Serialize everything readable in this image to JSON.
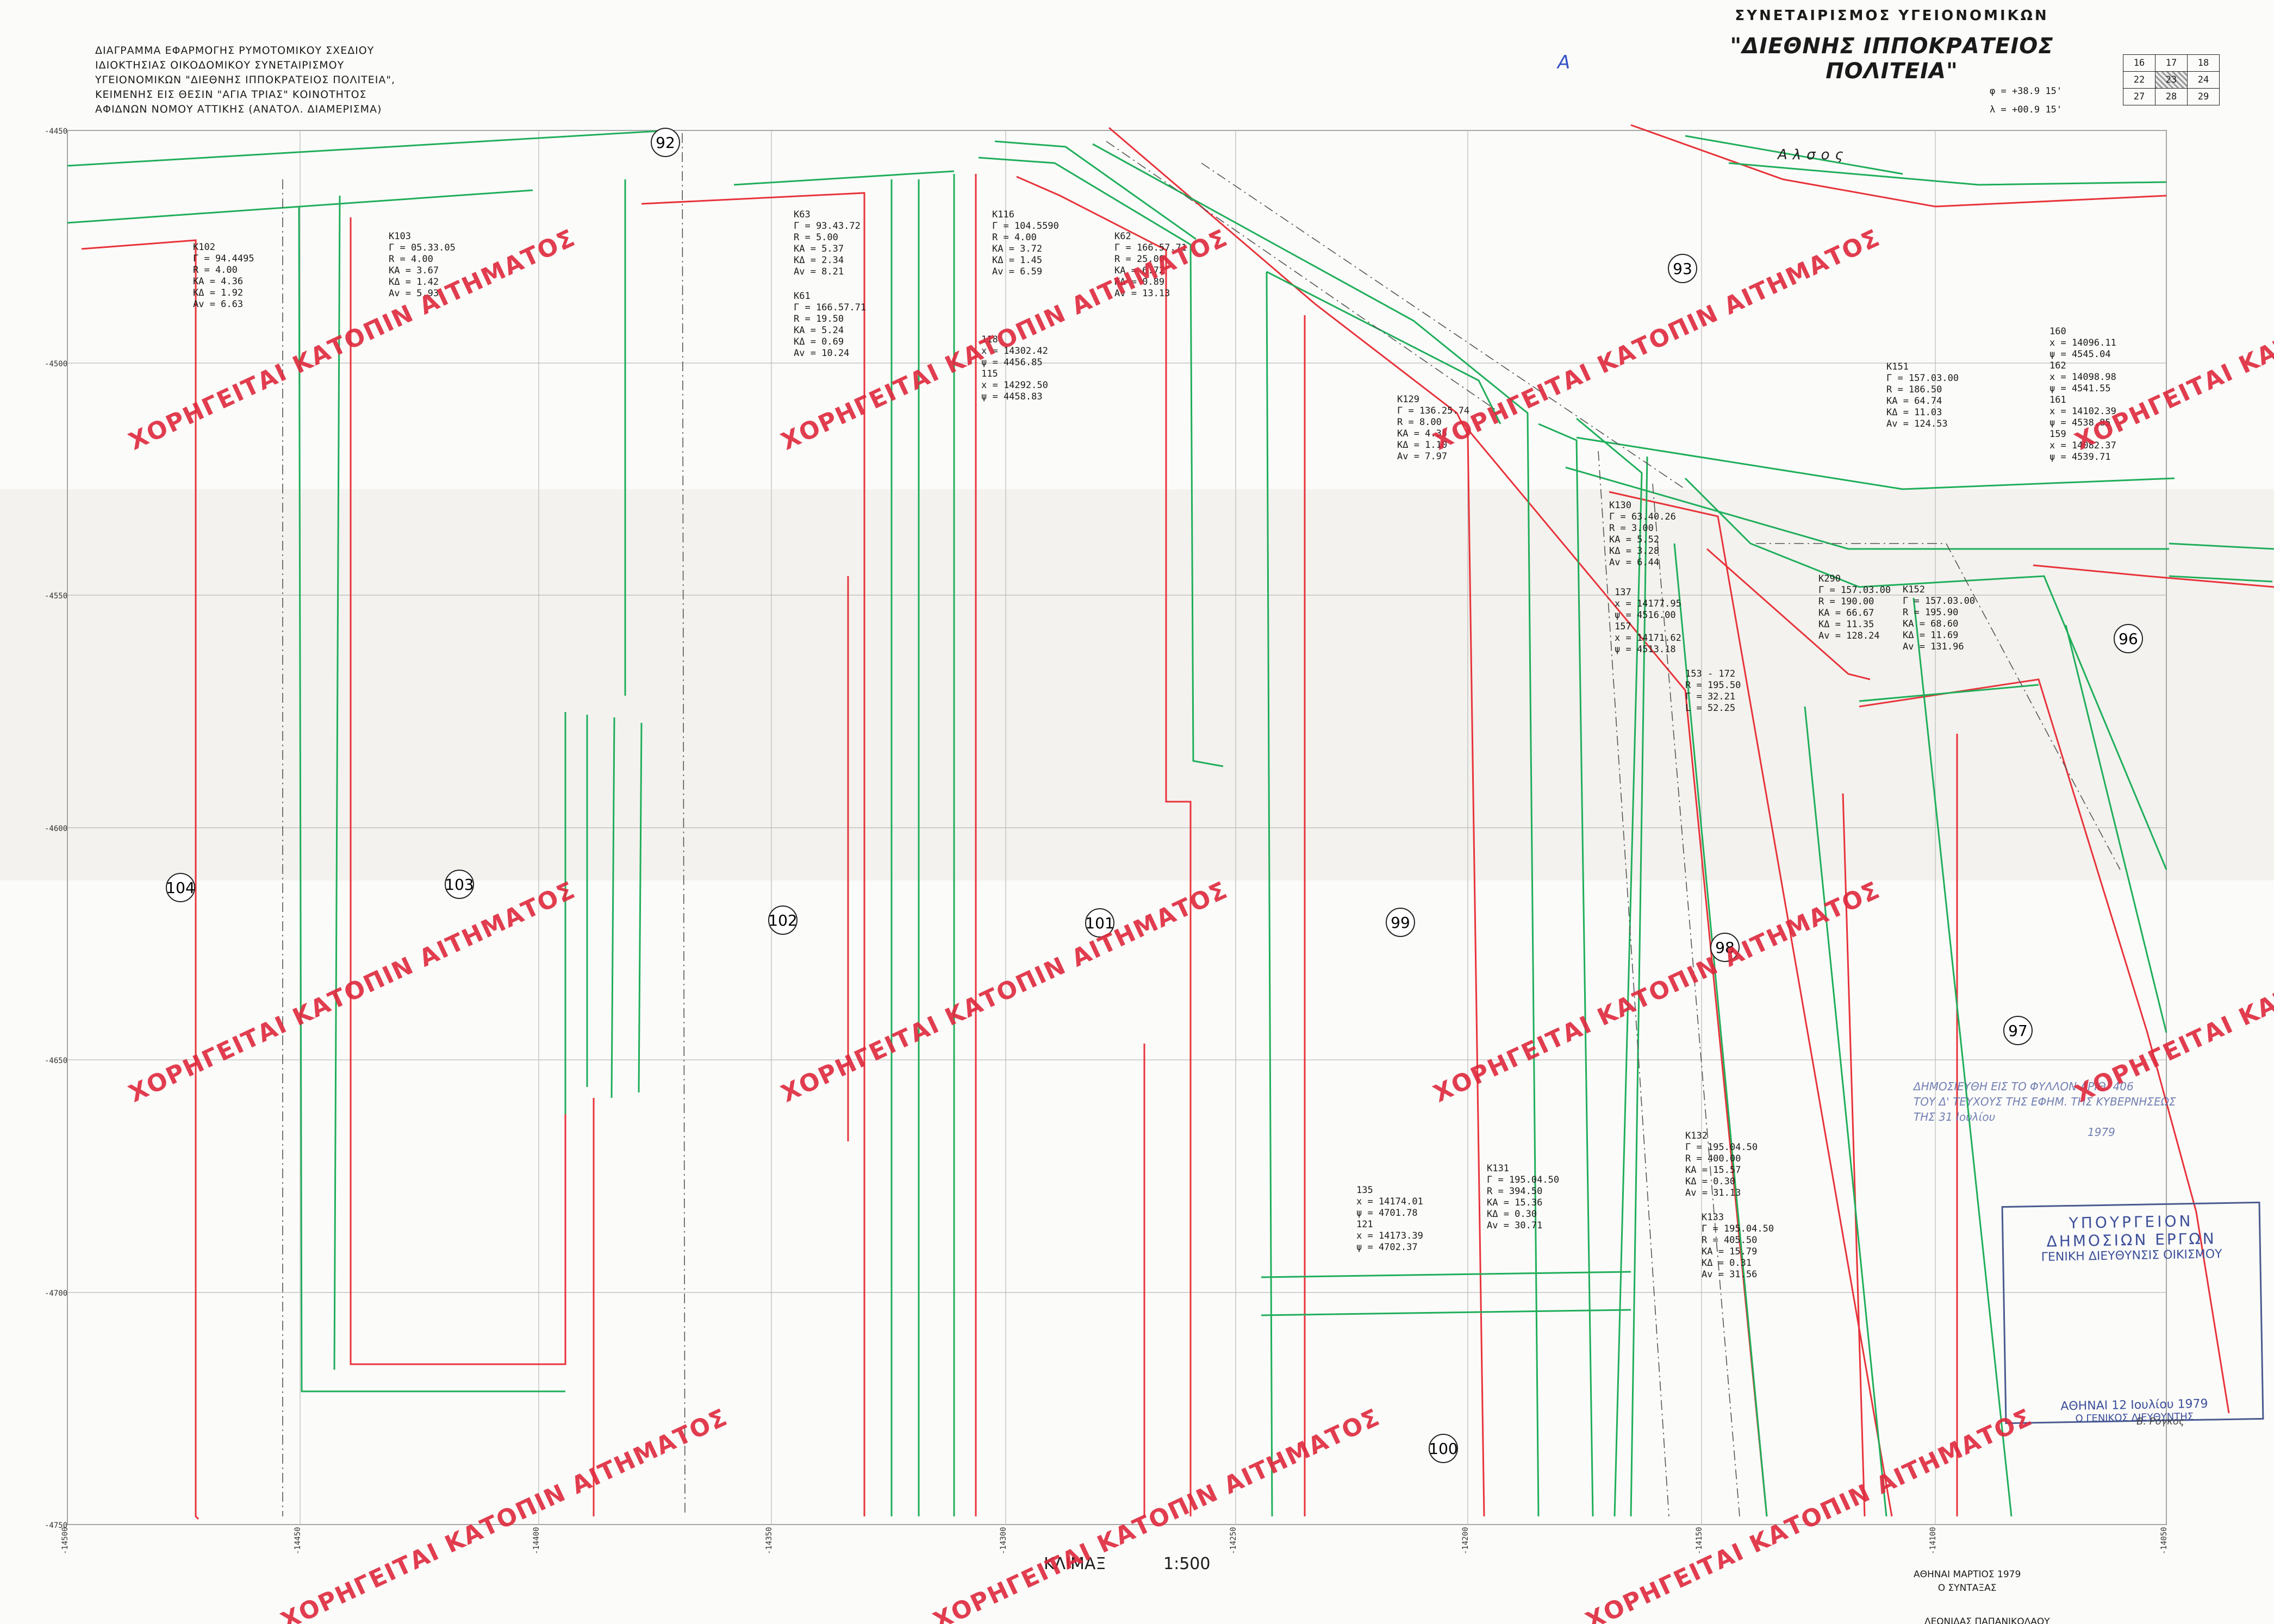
{
  "header": {
    "lines": [
      "ΔΙΑΓΡΑΜΜΑ ΕΦΑΡΜΟΓΗΣ ΡΥΜΟΤΟΜΙΚΟΥ ΣΧΕΔΙΟΥ",
      "ΙΔΙΟΚΤΗΣΙΑΣ ΟΙΚΟΔΟΜΙΚΟΥ ΣΥΝΕΤΑΙΡΙΣΜΟΥ",
      "ΥΓΕΙΟΝΟΜΙΚΩΝ \"ΔΙΕΘΝΗΣ ΙΠΠΟΚΡΑΤΕΙΟΣ ΠΟΛΙΤΕΙΑ\",",
      "ΚΕΙΜΕΝΗΣ ΕΙΣ ΘΕΣΙΝ \"ΑΓΙΑ ΤΡΙΑΣ\" ΚΟΙΝΟΤΗΤΟΣ",
      "ΑΦΙΔΝΩΝ ΝΟΜΟΥ ΑΤΤΙΚΗΣ (ΑΝΑΤΟΛ. ΔΙΑΜΕΡΙΣΜΑ)"
    ]
  },
  "title": {
    "subtitle": "ΣΥΝΕΤΑΙΡΙΣΜΟΣ ΥΓΕΙΟΝΟΜΙΚΩΝ",
    "name": "\"ΔΙΕΘΝΗΣ ΙΠΠΟΚΡΑΤΕΙΟΣ ΠΟΛΙΤΕΙΑ\"",
    "phi": "φ = +38.9 15'",
    "lambda": "λ = +00.9 15'",
    "sheet_letter": "A"
  },
  "sheet_index": [
    [
      "16",
      "17",
      "18"
    ],
    [
      "22",
      "23",
      "24"
    ],
    [
      "27",
      "28",
      "29"
    ]
  ],
  "map": {
    "grove_label": "Αλσος",
    "grid_y_ticks": [
      "-4450",
      "-4500",
      "-4550",
      "-4600",
      "-4650",
      "-4700",
      "-4750"
    ],
    "grid_x_ticks": [
      "-14500",
      "-14450",
      "-14400",
      "-14350",
      "-14300",
      "-14250",
      "-14200",
      "-14150",
      "-14100",
      "-14050"
    ],
    "blocks": [
      "92",
      "93",
      "96",
      "97",
      "98",
      "99",
      "100",
      "101",
      "102",
      "103",
      "104"
    ],
    "point_labels": [
      {
        "id": "K102",
        "lines": [
          "K102",
          "Γ = 94.4495",
          "R = 4.00",
          "KA = 4.36",
          "KΔ = 1.92",
          "Av = 6.63"
        ]
      },
      {
        "id": "K103",
        "lines": [
          "K103",
          "Γ = 05.33.05",
          "R = 4.00",
          "KA = 3.67",
          "KΔ = 1.42",
          "Av = 5.93"
        ]
      },
      {
        "id": "K63",
        "lines": [
          "K63",
          "Γ = 93.43.72",
          "R = 5.00",
          "KA = 5.37",
          "KΔ = 2.34",
          "Av = 8.21"
        ]
      },
      {
        "id": "K61",
        "lines": [
          "K61",
          "Γ = 166.57.71",
          "R = 19.50",
          "KA = 5.24",
          "KΔ = 0.69",
          "Av = 10.24"
        ]
      },
      {
        "id": "K116",
        "lines": [
          "K116",
          "Γ = 104.5590",
          "R = 4.00",
          "KA = 3.72",
          "KΔ = 1.45",
          "Av = 6.59"
        ]
      },
      {
        "id": "K62",
        "lines": [
          "K62",
          "Γ = 166.57.71",
          "R = 25.00",
          "KA = 6.72",
          "KΔ = 0.89",
          "Av = 13.13"
        ]
      },
      {
        "id": "K129",
        "lines": [
          "K129",
          "Γ = 136.25.74",
          "R = 8.00",
          "KA = 4.35",
          "KΔ = 1.10",
          "Av = 7.97"
        ]
      },
      {
        "id": "K130",
        "lines": [
          "K130",
          "Γ = 63.40.26",
          "R = 3.00",
          "KA = 5.52",
          "KΔ = 3.28",
          "Av = 6.44"
        ]
      },
      {
        "id": "K151",
        "lines": [
          "K151",
          "Γ = 157.03.00",
          "R = 186.50",
          "KA = 64.74",
          "KΔ = 11.03",
          "Av = 124.53"
        ]
      },
      {
        "id": "K290",
        "lines": [
          "K290",
          "Γ = 157.03.00",
          "R = 190.00",
          "KA = 66.67",
          "KΔ = 11.35",
          "Av = 128.24"
        ]
      },
      {
        "id": "K152",
        "lines": [
          "K152",
          "Γ = 157.03.00",
          "R = 195.90",
          "KA = 68.60",
          "KΔ = 11.69",
          "Av = 131.96"
        ]
      },
      {
        "id": "K131",
        "lines": [
          "K131",
          "Γ = 195.04.50",
          "R = 394.50",
          "KA = 15.36",
          "KΔ = 0.30",
          "Av = 30.71"
        ]
      },
      {
        "id": "K132",
        "lines": [
          "K132",
          "Γ = 195.04.50",
          "R = 400.00",
          "KA = 15.57",
          "KΔ = 0.30",
          "Av = 31.13"
        ]
      },
      {
        "id": "K133",
        "lines": [
          "K133",
          "Γ = 195.04.50",
          "R = 405.50",
          "KA = 15.79",
          "KΔ = 0.31",
          "Av = 31.56"
        ]
      },
      {
        "id": "P160",
        "lines": [
          "160",
          "x = 14096.11",
          "ψ = 4545.04",
          "162",
          "x = 14098.98",
          "ψ = 4541.55",
          "161",
          "x = 14102.39",
          "ψ = 4538.85",
          "159",
          "x = 14082.37",
          "ψ = 4539.71"
        ]
      },
      {
        "id": "P137",
        "lines": [
          "137",
          "x = 14177.95",
          "ψ = 4516.00",
          "157",
          "x = 14171.62",
          "ψ = 4513.18"
        ]
      },
      {
        "id": "P153",
        "lines": [
          "153 - 172",
          "R = 195.50",
          "Γ = 32.21",
          "L = 52.25"
        ]
      },
      {
        "id": "P135",
        "lines": [
          "135",
          "x = 14174.01",
          "ψ = 4701.78",
          "121",
          "x = 14173.39",
          "ψ = 4702.37"
        ]
      },
      {
        "id": "P118",
        "lines": [
          "118",
          "x = 14302.42",
          "ψ = 4456.85",
          "115",
          "x = 14292.50",
          "ψ = 4458.83"
        ]
      }
    ]
  },
  "footer": {
    "scale_word": "ΚΛΙΜΑΞ",
    "scale": "1:500",
    "date": "ΑΘΗΝΑΙ ΜΑΡΤΙΟΣ 1979",
    "role": "Ο ΣΥΝΤΑΞΑΣ",
    "surveyor": "ΛΕΩΝΙΔΑΣ ΠΑΠΑΝΙΚΟΛΑΟΥ"
  },
  "stamps": {
    "gazette": [
      "ΔΗΜΟΣΙΕΥΘΗ ΕΙΣ ΤΟ ΦΥΛΛΟΝ ΑΡΙΘ. 406",
      "ΤΟΥ Δ' ΤΕΥΧΟΥΣ ΤΗΣ ΕΦΗΜ. ΤΗΣ ΚΥΒΕΡΝΗΣΕΩΣ",
      "ΤΗΣ 31 Ιουλίου",
      "1979"
    ],
    "ministry": [
      "ΥΠΟΥΡΓΕΙΟΝ",
      "ΔΗΜΟΣΙΩΝ ΕΡΓΩΝ",
      "ΓΕΝΙΚΗ ΔΙΕΥΘΥΝΣΙΣ ΟΙΚΙΣΜΟΥ",
      "ΑΘΗΝΑΙ 12 Ιουλίου 1979",
      "Ο ΓΕΝΙΚΟΣ ΔΙΕΥΘΥΝΤΗΣ"
    ],
    "signature": "Β. Ρογκος"
  },
  "watermark": "ΧΟΡΗΓΕΙΤΑΙ ΚΑΤΟΠΙΝ ΑΙΤΗΜΑΤΟΣ",
  "colors": {
    "red": "#e8333a",
    "green": "#1fae5a",
    "grid": "#b9b9b9",
    "ink": "#1a1a1a"
  }
}
